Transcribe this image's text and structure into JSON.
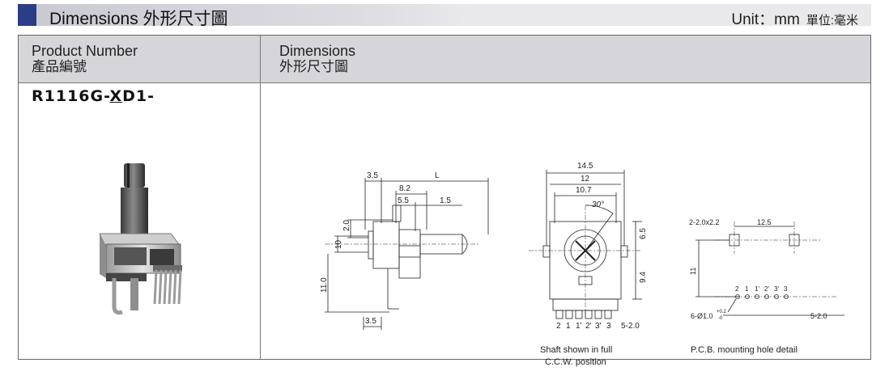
{
  "header": {
    "title": "Dimensions  外形尺寸圖",
    "unit_en": "Unit：mm",
    "unit_cn": "單位:毫米"
  },
  "table": {
    "col_product_en": "Product Number",
    "col_product_cn": "產品編號",
    "col_dims_en": "Dimensions",
    "col_dims_cn": "外形尺寸圖",
    "model_prefix": "R1116G-",
    "model_underlined": "X",
    "model_suffix": "D1-"
  },
  "side_view": {
    "d_3_5_top": "3.5",
    "d_L": "L",
    "d_8_2": "8.2",
    "d_5_5": "5.5",
    "d_1_5": "1.5",
    "d_2_0": "2.0",
    "d_10": "10",
    "d_11_0": "11.0",
    "d_3_5_bottom": "3.5"
  },
  "front_view": {
    "d_14_5": "14.5",
    "d_12": "12",
    "d_10_7": "10.7",
    "d_30": "30°",
    "d_6_5": "6.5",
    "d_9_4": "9.4",
    "pins": [
      "2",
      "1",
      "1'",
      "2'",
      "3'",
      "3"
    ],
    "pins_count": "5-2.0",
    "caption_line1": "Shaft shown in full",
    "caption_line2": "C.C.W. position"
  },
  "pcb_view": {
    "d_hole": "2-2.0x2.2",
    "d_12_5": "12.5",
    "d_11": "11",
    "pins": [
      "2",
      "1",
      "1'",
      "2'",
      "3'",
      "3"
    ],
    "d_holes": "6-Ø1.0",
    "d_tol": "+0.2",
    "d_tol2": "-0",
    "pins_count": "5-2.0",
    "caption": "P.C.B.  mounting hole detail"
  }
}
